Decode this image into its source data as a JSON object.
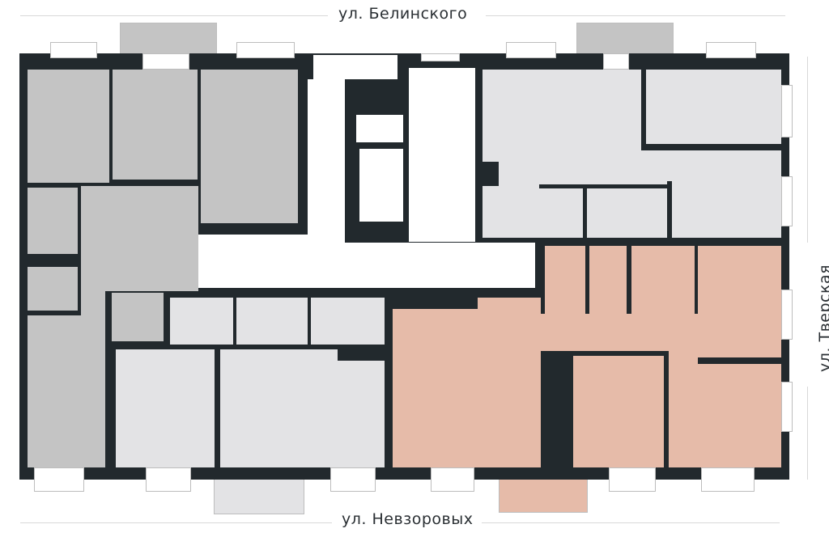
{
  "streets": {
    "top": "ул. Белинского",
    "bottom": "ул. Невзоровых",
    "right": "ул. Тверская"
  },
  "colors": {
    "wall": "#22292d",
    "apartment_occupied": "#c4c4c4",
    "apartment_common": "#e3e3e5",
    "apartment_highlighted": "#e6bba9",
    "corridor": "#ffffff"
  }
}
